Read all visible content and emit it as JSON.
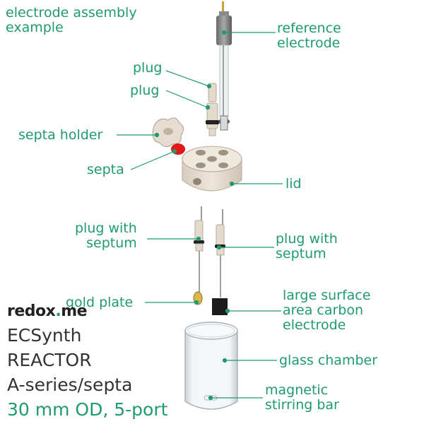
{
  "title": [
    "electrode assembly",
    "example"
  ],
  "labels": {
    "reference_electrode": [
      "reference",
      "electrode"
    ],
    "plug_top": "plug",
    "plug_second": "plug",
    "septa_holder": "septa holder",
    "septa": "septa",
    "lid": "lid",
    "plug_with_septum_left": [
      "plug with",
      "septum"
    ],
    "plug_with_septum_right": [
      "plug with",
      "septum"
    ],
    "gold_plate": "gold plate",
    "carbon_electrode": [
      "large surface",
      "area carbon",
      "electrode"
    ],
    "glass_chamber": "glass chamber",
    "stirring_bar": [
      "magnetic",
      "stirring bar"
    ]
  },
  "brand": {
    "part1": "redox",
    "accent": ".",
    "part2": "me"
  },
  "product": {
    "line1": "ECSynth",
    "line2": "REACTOR",
    "line3": "A-series/septa",
    "spec": "30 mm OD, 5-port"
  },
  "colors": {
    "label": "#1f9a72",
    "leader": "#1f9a72",
    "septa": "#e01818",
    "ptfe": "#e6ddd0",
    "graphite": "#1c1c1c",
    "gold": "#d8b64a"
  }
}
